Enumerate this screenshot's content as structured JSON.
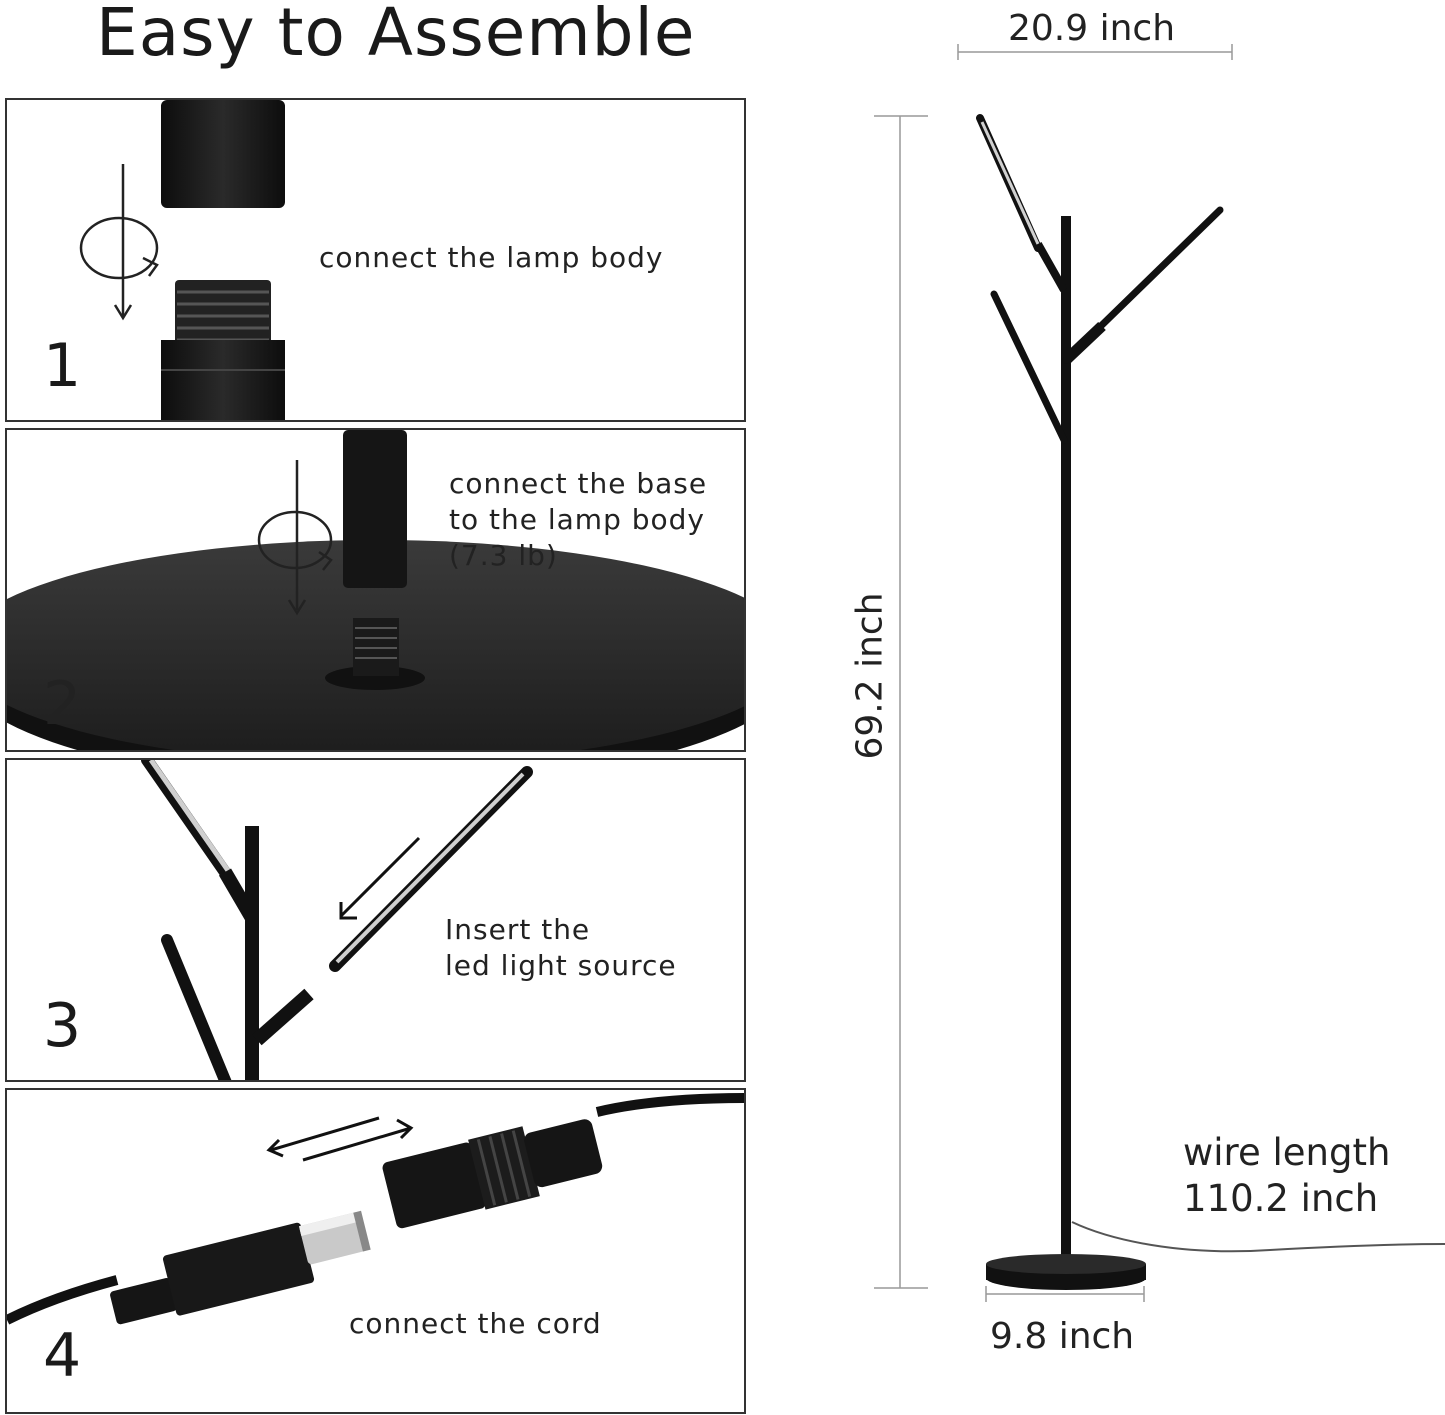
{
  "title": "Easy to Assemble",
  "steps": [
    {
      "number": "1",
      "lines": [
        "connect the lamp body"
      ]
    },
    {
      "number": "2",
      "lines": [
        "connect the base",
        "to the lamp body",
        "(7.3 lb)"
      ]
    },
    {
      "number": "3",
      "lines": [
        "Insert the",
        "led light source"
      ]
    },
    {
      "number": "4",
      "lines": [
        "connect the cord"
      ]
    }
  ],
  "dimensions": {
    "width": "20.9 inch",
    "height": "69.2 inch",
    "base": "9.8 inch",
    "wire_label": "wire length",
    "wire_value": "110.2 inch"
  },
  "colors": {
    "lamp": "#111111",
    "base": "#2b2b2b",
    "led": "#d8d8d8",
    "border": "#333333"
  }
}
